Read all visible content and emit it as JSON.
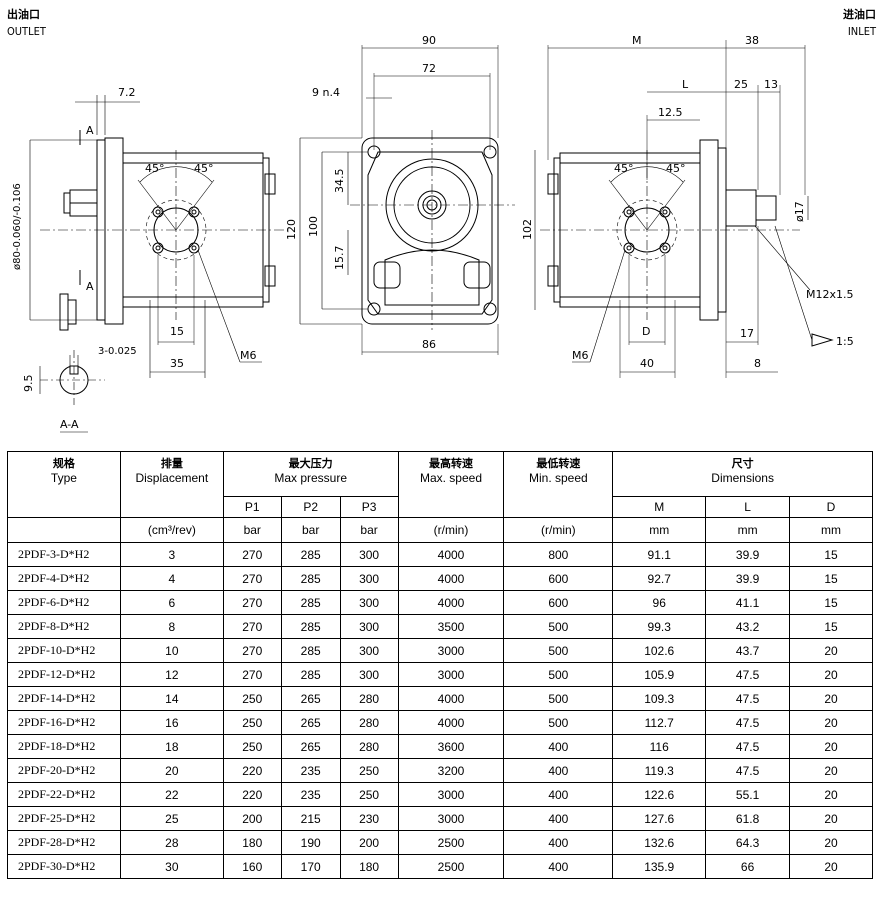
{
  "corner": {
    "left_cn": "出油口",
    "left_en": "OUTLET",
    "right_cn": "进油口",
    "right_en": "INLET"
  },
  "drawing": {
    "left": {
      "d_7_2": "7.2",
      "shaft_dia": "ø80-0.060/-0.106",
      "angle1": "45°",
      "angle2": "45°",
      "d_15": "15",
      "d_35": "35",
      "m6": "M6",
      "sec_a_top": "A",
      "sec_a_bot": "A",
      "key_3": "3-0.025",
      "key_9_5": "9.5",
      "section_label": "A-A"
    },
    "center": {
      "d_90": "90",
      "d_72": "72",
      "d_9n4": "9 n.4",
      "d_120": "120",
      "d_100": "100",
      "d_34_5": "34.5",
      "d_15_7": "15.7",
      "d_86": "86"
    },
    "right": {
      "d_M": "M",
      "d_38": "38",
      "d_L": "L",
      "d_25": "25",
      "d_13": "13",
      "d_12_5": "12.5",
      "d_102": "102",
      "angle1": "45°",
      "angle2": "45°",
      "d_17dia": "ø17",
      "m12": "M12x1.5",
      "d_D": "D",
      "d_40": "40",
      "d_17": "17",
      "d_8": "8",
      "taper": "1:5",
      "m6": "M6"
    }
  },
  "table": {
    "headers": {
      "type_cn": "规格",
      "type_en": "Type",
      "disp_cn": "排量",
      "disp_en": "Displacement",
      "pres_cn": "最大压力",
      "pres_en": "Max pressure",
      "maxs_cn": "最高转速",
      "maxs_en": "Max. speed",
      "mins_cn": "最低转速",
      "mins_en": "Min. speed",
      "dim_cn": "尺寸",
      "dim_en": "Dimensions"
    },
    "subheaders": [
      "P1",
      "P2",
      "P3",
      "M",
      "L",
      "D"
    ],
    "units": [
      "(cm³/rev)",
      "bar",
      "bar",
      "bar",
      "(r/min)",
      "(r/min)",
      "mm",
      "mm",
      "mm"
    ],
    "rows": [
      [
        "2PDF-3-D*H2",
        "3",
        "270",
        "285",
        "300",
        "4000",
        "800",
        "91.1",
        "39.9",
        "15"
      ],
      [
        "2PDF-4-D*H2",
        "4",
        "270",
        "285",
        "300",
        "4000",
        "600",
        "92.7",
        "39.9",
        "15"
      ],
      [
        "2PDF-6-D*H2",
        "6",
        "270",
        "285",
        "300",
        "4000",
        "600",
        "96",
        "41.1",
        "15"
      ],
      [
        "2PDF-8-D*H2",
        "8",
        "270",
        "285",
        "300",
        "3500",
        "500",
        "99.3",
        "43.2",
        "15"
      ],
      [
        "2PDF-10-D*H2",
        "10",
        "270",
        "285",
        "300",
        "3000",
        "500",
        "102.6",
        "43.7",
        "20"
      ],
      [
        "2PDF-12-D*H2",
        "12",
        "270",
        "285",
        "300",
        "3000",
        "500",
        "105.9",
        "47.5",
        "20"
      ],
      [
        "2PDF-14-D*H2",
        "14",
        "250",
        "265",
        "280",
        "4000",
        "500",
        "109.3",
        "47.5",
        "20"
      ],
      [
        "2PDF-16-D*H2",
        "16",
        "250",
        "265",
        "280",
        "4000",
        "500",
        "112.7",
        "47.5",
        "20"
      ],
      [
        "2PDF-18-D*H2",
        "18",
        "250",
        "265",
        "280",
        "3600",
        "400",
        "116",
        "47.5",
        "20"
      ],
      [
        "2PDF-20-D*H2",
        "20",
        "220",
        "235",
        "250",
        "3200",
        "400",
        "119.3",
        "47.5",
        "20"
      ],
      [
        "2PDF-22-D*H2",
        "22",
        "220",
        "235",
        "250",
        "3000",
        "400",
        "122.6",
        "55.1",
        "20"
      ],
      [
        "2PDF-25-D*H2",
        "25",
        "200",
        "215",
        "230",
        "3000",
        "400",
        "127.6",
        "61.8",
        "20"
      ],
      [
        "2PDF-28-D*H2",
        "28",
        "180",
        "190",
        "200",
        "2500",
        "400",
        "132.6",
        "64.3",
        "20"
      ],
      [
        "2PDF-30-D*H2",
        "30",
        "160",
        "170",
        "180",
        "2500",
        "400",
        "135.9",
        "66",
        "20"
      ]
    ]
  }
}
